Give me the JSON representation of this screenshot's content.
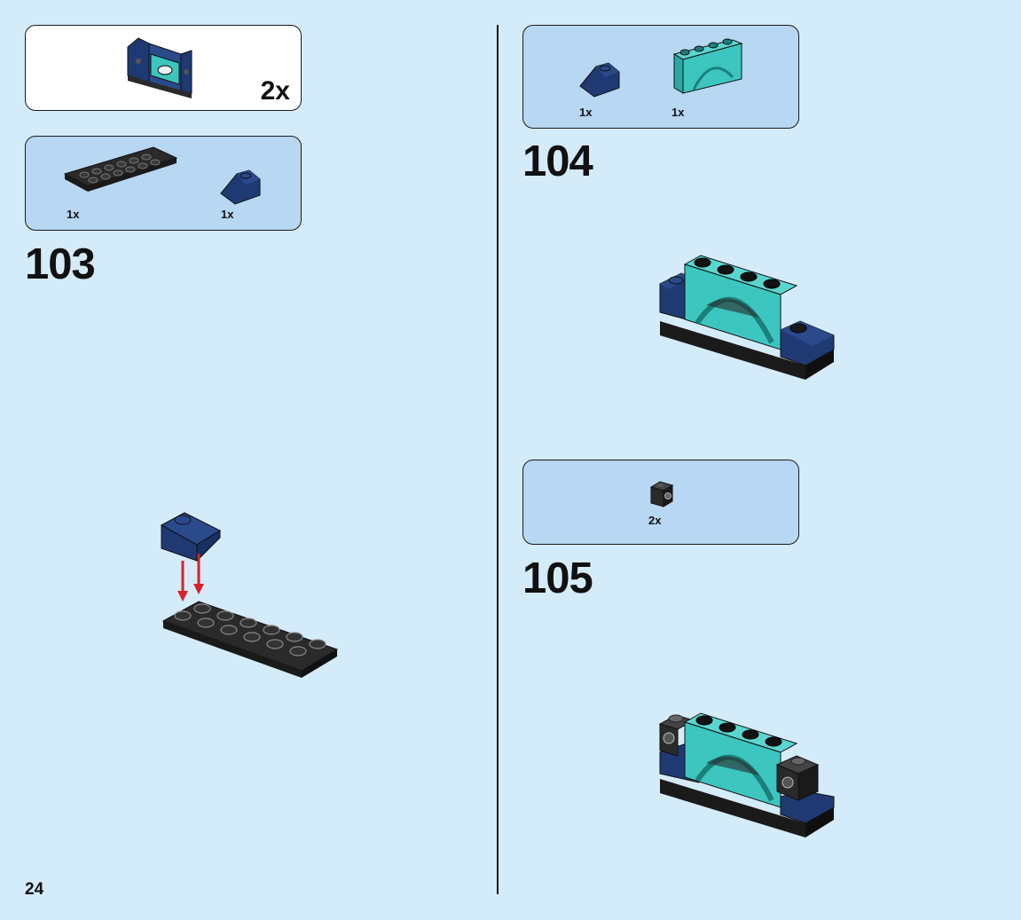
{
  "page_number": "24",
  "subassembly_box": {
    "multiplier": "2x"
  },
  "step_103": {
    "number": "103",
    "parts": [
      {
        "name": "black-plate-2x6",
        "qty": "1x"
      },
      {
        "name": "dark-blue-slope",
        "qty": "1x"
      }
    ]
  },
  "step_104": {
    "number": "104",
    "parts": [
      {
        "name": "dark-blue-slope",
        "qty": "1x"
      },
      {
        "name": "teal-fence",
        "qty": "1x"
      }
    ]
  },
  "step_105": {
    "number": "105",
    "parts": [
      {
        "name": "black-headlight-brick",
        "qty": "2x"
      }
    ]
  },
  "colors": {
    "background": "#d4ebfa",
    "parts_box": "#b7d7f2",
    "dark_blue": "#1f3a73",
    "teal": "#3cc6bf",
    "black": "#2a2a2a",
    "arrow_red": "#d8202a"
  }
}
